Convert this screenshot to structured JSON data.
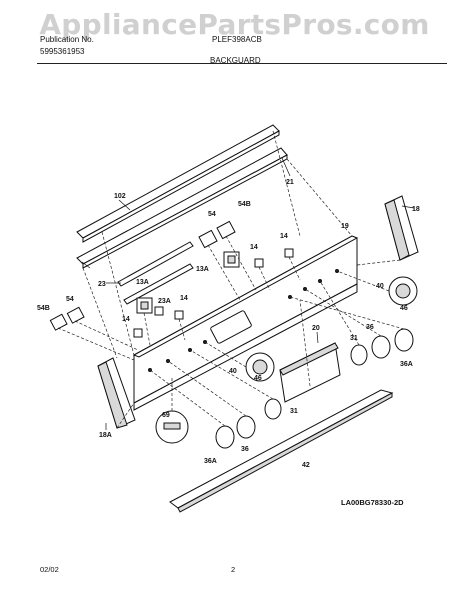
{
  "watermark": "AppliancePartsPros.com",
  "header": {
    "left_top": "Publication No.",
    "left_bottom": "5995361953",
    "right_top": "PLEF398ACB",
    "section": "BACKGUARD"
  },
  "callouts": {
    "c102": "102",
    "c21": "21",
    "c18": "18",
    "c19": "19",
    "c54a": "54",
    "c54b": "54B",
    "c14a": "14",
    "c14b": "14",
    "c13a1": "13A",
    "c13a2": "13A",
    "c23": "23",
    "c23a": "23A",
    "c14c": "14",
    "c14d": "14",
    "c54c": "54",
    "c54b2": "54B",
    "c40a": "40",
    "c46a": "46",
    "c20": "20",
    "c36a": "36",
    "c31a": "31",
    "c36a2": "36A",
    "c40b": "40",
    "c46b": "46",
    "c31b": "31",
    "c69": "69",
    "c18a": "18A",
    "c36a3": "36A",
    "c36b": "36",
    "c42": "42"
  },
  "diagram_code": "LA00BG78330-2D",
  "footer": {
    "date": "02/02",
    "page": "2"
  }
}
